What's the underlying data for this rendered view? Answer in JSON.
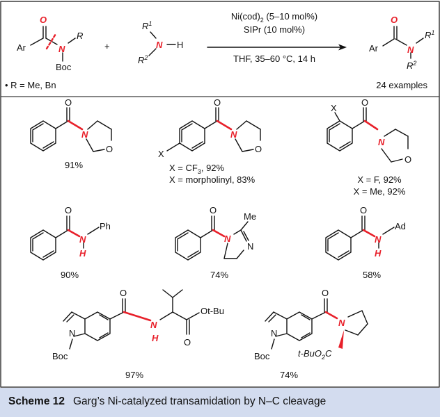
{
  "reaction": {
    "catalyst": "Ni(cod)",
    "catalyst_sub": "2",
    "catalyst_loading": "(5–10 mol%)",
    "ligand": "SIPr (10 mol%)",
    "conditions": "THF, 35–60 °C, 14 h",
    "r_definition": "• R = Me, Bn",
    "examples": "24 examples",
    "plus": "+",
    "ar": "Ar",
    "o": "O",
    "n": "N",
    "r": "R",
    "boc": "Boc",
    "h": "H",
    "r1": "R",
    "r1_sup": "1",
    "r2": "R",
    "r2_sup": "2"
  },
  "products": [
    {
      "yield": "91%"
    },
    {
      "x": "X",
      "yield_lines": [
        "X = CF",
        "3",
        ", 92%",
        "X = morpholinyl, 83%"
      ]
    },
    {
      "x": "X",
      "yield_lines": [
        "X = F, 92%",
        "X = Me, 92%"
      ]
    },
    {
      "substituent": "Ph",
      "yield": "90%"
    },
    {
      "substituent": "Me",
      "ring_n": "N",
      "yield": "74%"
    },
    {
      "substituent": "Ad",
      "yield": "58%"
    },
    {
      "ester": "Ot-Bu",
      "protect": "Boc",
      "yield": "97%"
    },
    {
      "ester_pre": "t-BuO",
      "ester_sub": "2",
      "ester_post": "C",
      "protect": "Boc",
      "yield": "74%"
    }
  ],
  "atoms": {
    "o": "O",
    "n": "N",
    "h": "H"
  },
  "colors": {
    "highlight": "#e8202a",
    "caption_bg": "#d3dcef",
    "border": "#3c3c3c"
  },
  "caption": {
    "label": "Scheme 12",
    "text": "Garg’s Ni-catalyzed transamidation by N–C cleavage"
  }
}
